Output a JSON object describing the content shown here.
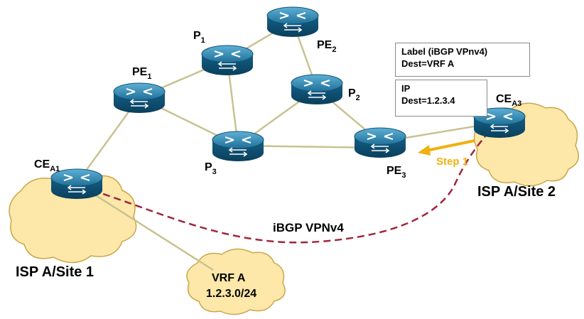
{
  "routers": {
    "pe1": {
      "name": "PE",
      "sub": "1"
    },
    "p1": {
      "name": "P",
      "sub": "1"
    },
    "pe2": {
      "name": "PE",
      "sub": "2"
    },
    "p2": {
      "name": "P",
      "sub": "2"
    },
    "p3": {
      "name": "P",
      "sub": "3"
    },
    "pe3": {
      "name": "PE",
      "sub": "3"
    },
    "cea1": {
      "name": "CE",
      "sub": "A1"
    },
    "cea3": {
      "name": "CE",
      "sub": "A3"
    }
  },
  "sites": {
    "site1": "ISP A/Site 1",
    "site2": "ISP A/Site 2",
    "vrf_name": "VRF A",
    "vrf_prefix": "1.2.3.0/24"
  },
  "packet": {
    "label_line1": "Label (iBGP VPnv4)",
    "label_line2": "Dest=VRF A",
    "ip_line1": "IP",
    "ip_line2": "Dest=1.2.3.4"
  },
  "session_label": "iBGP VPNv4",
  "step_label": "Step 1",
  "colors": {
    "router_dark": "#0f5478",
    "router_top": "#3c8fb8",
    "link": "#c8c291",
    "cloud": "#fde7a9",
    "cloud_edge": "#c9a74a",
    "session": "#a0263b",
    "step": "#f0b010"
  }
}
